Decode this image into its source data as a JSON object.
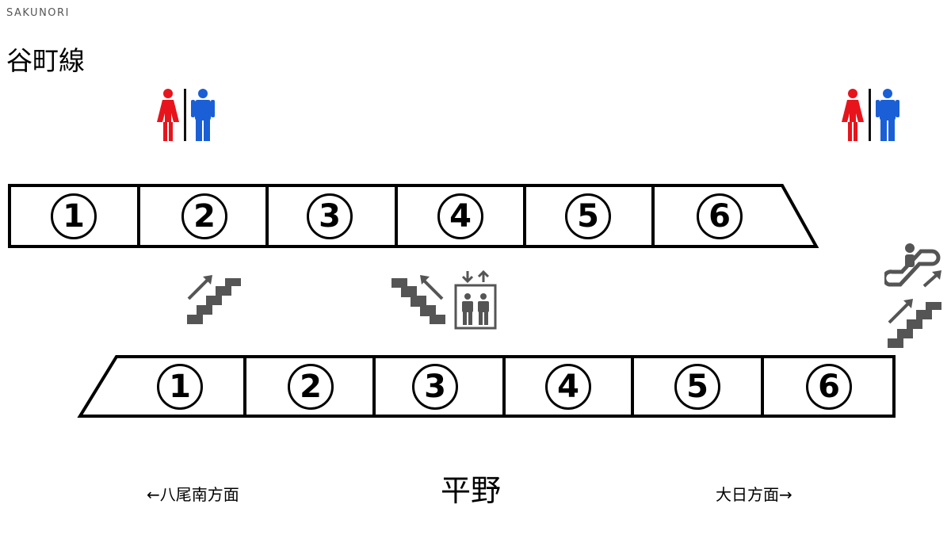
{
  "watermark": "SAKUNORI",
  "line_name": "谷町線",
  "station_name": "平野",
  "directions": {
    "left": "←八尾南方面",
    "right": "大日方面→"
  },
  "upper_platform": {
    "cars": [
      "1",
      "2",
      "3",
      "4",
      "5",
      "6"
    ]
  },
  "lower_platform": {
    "cars": [
      "1",
      "2",
      "3",
      "4",
      "5",
      "6"
    ]
  },
  "colors": {
    "female": "#e8141c",
    "male": "#1a5fd6",
    "facility_gray": "#555555",
    "outline": "#000000"
  },
  "icons": [
    "restroom-icon",
    "stairs-up-icon",
    "stairs-down-icon",
    "elevator-icon",
    "escalator-up-icon"
  ]
}
